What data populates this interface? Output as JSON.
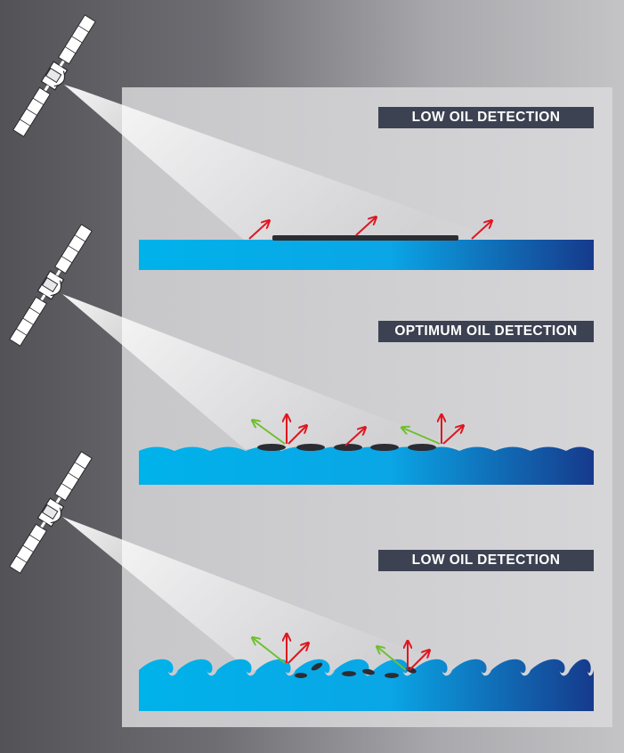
{
  "panels": [
    {
      "label": "LOW OIL DETECTION",
      "sea_state": "calm"
    },
    {
      "label": "OPTIMUM OIL DETECTION",
      "sea_state": "moderate"
    },
    {
      "label": "LOW OIL DETECTION",
      "sea_state": "rough"
    }
  ],
  "colors": {
    "background_dark": "#525257",
    "panel": "#cdcdd0",
    "label_bg": "#3c4252",
    "label_text": "#ffffff",
    "water_light": "#00b2ea",
    "water_dark": "#163a8c",
    "oil": "#2b2d33",
    "backscatter_arrow": "#e0161f",
    "specular_arrow": "#6fbf2e",
    "beam": "#ffffff"
  },
  "icons": [
    "satellite-icon",
    "radar-beam",
    "reflection-arrow"
  ]
}
